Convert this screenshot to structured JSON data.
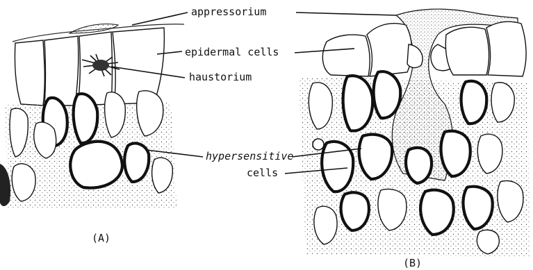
{
  "labels": {
    "appressorium": "appressorium",
    "epidermal_cells": "epidermal cells",
    "haustorium": "haustorium",
    "hypersensitive_line1": "hypersensitive",
    "hypersensitive_line2": "cells",
    "panel_a": "(A)",
    "panel_b": "(B)"
  },
  "colors": {
    "ink": "#111111",
    "stipple": "#555555",
    "background": "#ffffff"
  }
}
